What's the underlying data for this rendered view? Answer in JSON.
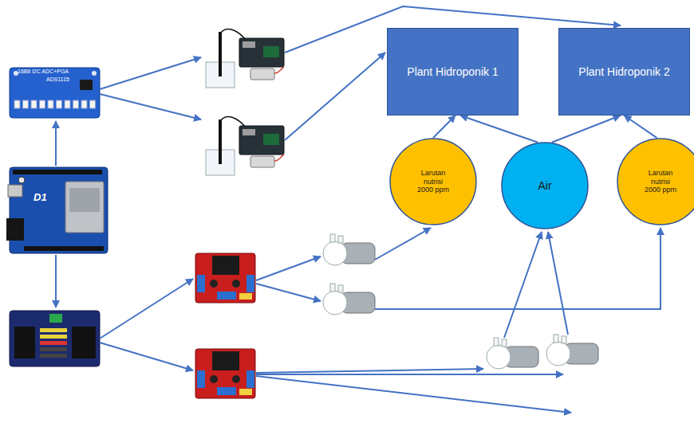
{
  "diagram": {
    "nodes": [
      {
        "text": [
          "Plant Hidroponik 1"
        ]
      },
      {
        "text": [
          "Plant Hidroponik 2"
        ]
      },
      {
        "text": [
          "Larutan nutrisi 2000 ppm"
        ]
      },
      {
        "text": [
          "Air"
        ]
      },
      {
        "text": [
          "Larutan nutrisi 2000 ppm"
        ]
      }
    ],
    "edges": [
      {
        "from": 2,
        "to": 0,
        "arrow": "to"
      },
      {
        "from": 3,
        "to": 0,
        "arrow": "to"
      },
      {
        "from": 3,
        "to": 1,
        "arrow": "to"
      },
      {
        "from": 4,
        "to": 1,
        "arrow": "to"
      }
    ],
    "labels": [
      "16Bit I2C ADC+PGA",
      "ADS1115",
      "D1"
    ]
  }
}
